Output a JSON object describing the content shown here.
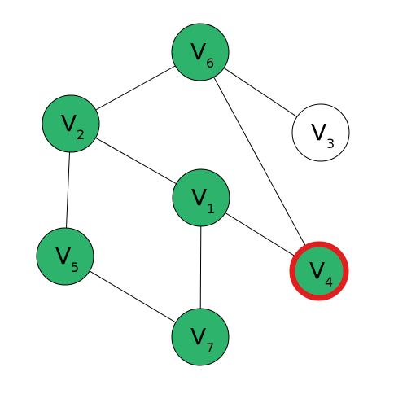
{
  "graph": {
    "nodes": [
      {
        "id": "V1",
        "label": "V",
        "sub": "1",
        "fill": "#2db36c",
        "highlighted": false
      },
      {
        "id": "V2",
        "label": "V",
        "sub": "2",
        "fill": "#2db36c",
        "highlighted": false
      },
      {
        "id": "V3",
        "label": "V",
        "sub": "3",
        "fill": "#ffffff",
        "highlighted": false
      },
      {
        "id": "V4",
        "label": "V",
        "sub": "4",
        "fill": "#2db36c",
        "highlighted": true
      },
      {
        "id": "V5",
        "label": "V",
        "sub": "5",
        "fill": "#2db36c",
        "highlighted": false
      },
      {
        "id": "V6",
        "label": "V",
        "sub": "6",
        "fill": "#2db36c",
        "highlighted": false
      },
      {
        "id": "V7",
        "label": "V",
        "sub": "7",
        "fill": "#2db36c",
        "highlighted": false
      }
    ],
    "edges": [
      [
        "V6",
        "V2"
      ],
      [
        "V6",
        "V3"
      ],
      [
        "V6",
        "V4"
      ],
      [
        "V2",
        "V1"
      ],
      [
        "V2",
        "V5"
      ],
      [
        "V1",
        "V4"
      ],
      [
        "V1",
        "V7"
      ],
      [
        "V5",
        "V7"
      ]
    ],
    "colors": {
      "node_green": "#2db36c",
      "node_white": "#ffffff",
      "highlight_ring": "#e02020",
      "edge": "#000000"
    }
  }
}
